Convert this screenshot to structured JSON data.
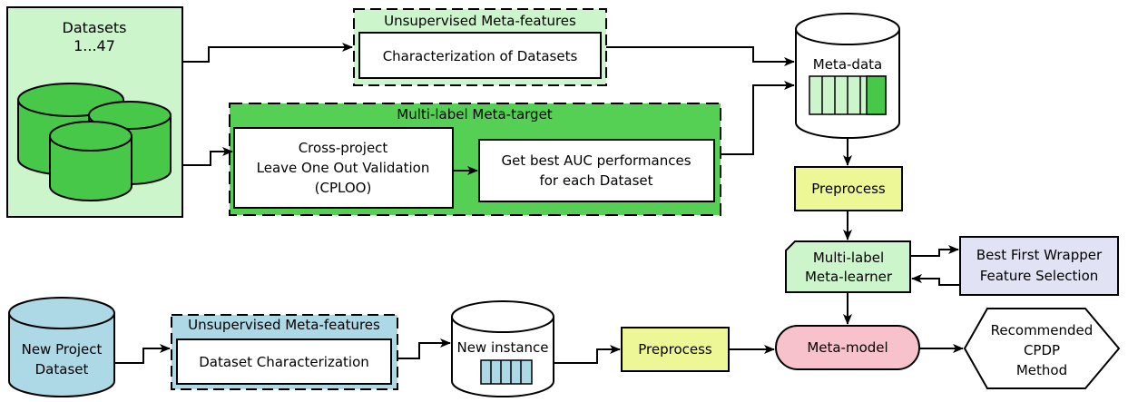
{
  "datasets": {
    "line1": "Datasets",
    "line2": "1...47"
  },
  "unsup_top": {
    "title": "Unsupervised Meta-features",
    "box": "Characterization of Datasets"
  },
  "multi_target": {
    "title": "Multi-label Meta-target",
    "cploo": [
      "Cross-project",
      "Leave One Out Validation",
      "(CPLOO)"
    ],
    "auc": [
      "Get best AUC performances",
      "for each Dataset"
    ]
  },
  "meta_data": {
    "label": "Meta-data"
  },
  "preprocess_top": {
    "label": "Preprocess"
  },
  "meta_learner": {
    "lines": [
      "Multi-label",
      "Meta-learner"
    ]
  },
  "feature_selection": {
    "lines": [
      "Best First Wrapper",
      "Feature Selection"
    ]
  },
  "new_project": {
    "lines": [
      "New Project",
      "Dataset"
    ]
  },
  "unsup_bottom": {
    "title": "Unsupervised Meta-features",
    "box": "Dataset Characterization"
  },
  "new_instance": {
    "label": "New instance"
  },
  "preprocess_bottom": {
    "label": "Preprocess"
  },
  "meta_model": {
    "label": "Meta-model"
  },
  "recommended": {
    "lines": [
      "Recommended",
      "CPDP",
      "Method"
    ]
  },
  "colors": {
    "light_green": "#ccf5cc",
    "mid_green": "#55d055",
    "cylinder_green": "#48c848",
    "yellow": "#eef795",
    "lavender": "#e2e2f5",
    "light_blue": "#add8e6",
    "pink": "#f7c2cc"
  }
}
